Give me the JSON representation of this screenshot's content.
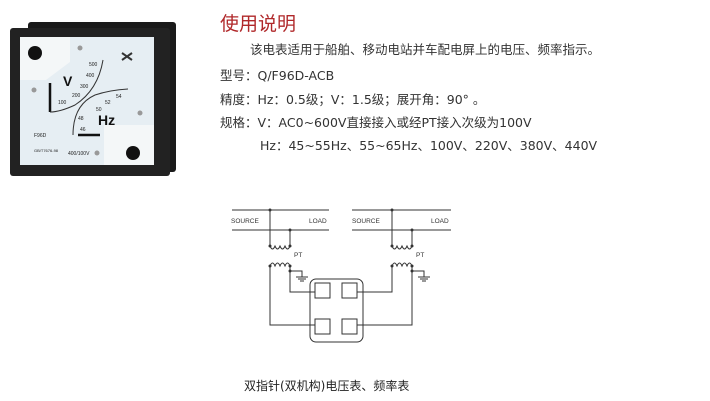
{
  "title": "使用说明",
  "description": "该电表适用于船舶、移动电站并车配电屏上的电压、频率指示。",
  "model": "型号：Q/F96D-ACB",
  "accuracy": "精度：Hz：0.5级；V：1.5级；展开角：90° 。",
  "spec_v": "规格：V：AC0~600V直接接入或经PT接入次级为100V",
  "spec_hz": "Hz：45~55Hz、55~65Hz、100V、220V、380V、440V",
  "meter": {
    "v_unit": "V",
    "hz_unit": "Hz",
    "v_ticks": [
      "100",
      "200",
      "300",
      "400",
      "500"
    ],
    "hz_ticks": [
      "46",
      "48",
      "50",
      "52",
      "54"
    ],
    "model_label": "F96D",
    "standard_label": "GB/T7676-98",
    "ratio_label": "400/100V"
  },
  "diagram": {
    "source_label": "SOURCE",
    "load_label": "LOAD",
    "pt_label": "PT"
  },
  "caption": "双指针(双机构)电压表、频率表"
}
